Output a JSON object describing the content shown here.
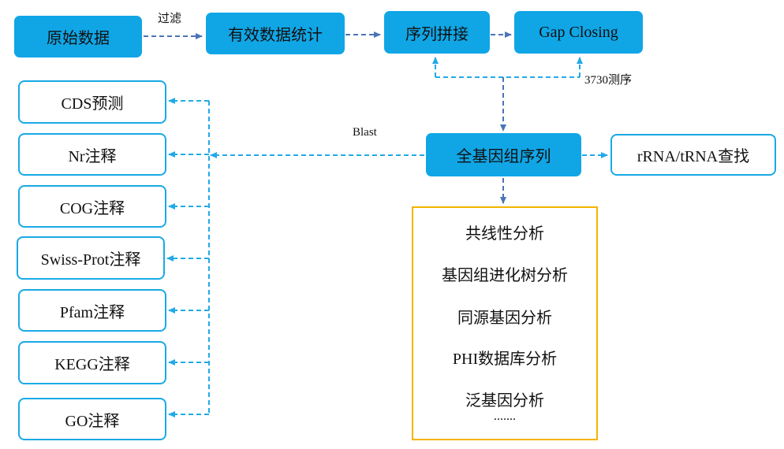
{
  "pipeline": {
    "raw_data": "原始数据",
    "filter_label": "过滤",
    "stats": "有效数据统计",
    "assembly": "序列拼接",
    "gap_closing": "Gap Closing",
    "sequencing_label": "3730测序",
    "genome": "全基因组序列",
    "blast_label": "Blast",
    "rna_search": "rRNA/tRNA查找"
  },
  "annotations": [
    "CDS预测",
    "Nr注释",
    "COG注释",
    "Swiss-Prot注释",
    "Pfam注释",
    "KEGG注释",
    "GO注释"
  ],
  "analyses": [
    "共线性分析",
    "基因组进化树分析",
    "同源基因分析",
    "PHI数据库分析",
    "泛基因分析",
    "......."
  ],
  "colors": {
    "box_fill": "#10a6e6",
    "box_border": "#19a9e6",
    "arrow_dark": "#4a74b8",
    "arrow_light": "#22aae6",
    "analysis_border": "#f3b400"
  }
}
